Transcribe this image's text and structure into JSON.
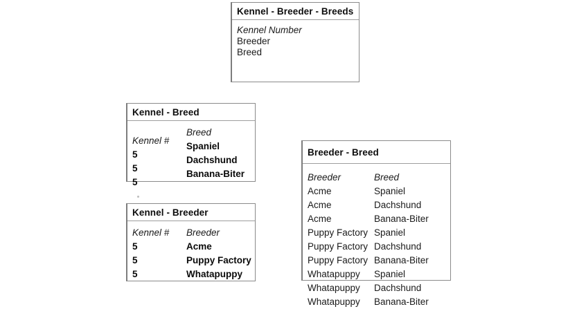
{
  "diagram": {
    "title": "Kennel Breeder Breed decomposition tables",
    "background_color": "#ffffff",
    "border_color": "#8a8a8a"
  },
  "boxes": {
    "kennel_breeder_breeds": {
      "title": "Kennel - Breeder - Breeds",
      "kind": "attribute-list",
      "attributes": [
        {
          "label": "Kennel Number",
          "is_key": true
        },
        {
          "label": "Breeder",
          "is_key": false
        },
        {
          "label": "Breed",
          "is_key": false
        }
      ]
    },
    "kennel_breed": {
      "title": "Kennel - Breed",
      "kind": "table",
      "bold_data": true,
      "columns": [
        "Kennel #",
        "Breed"
      ],
      "col1_values": [
        "5",
        "5",
        "5"
      ],
      "col2_values": [
        "Spaniel",
        "Dachshund",
        "Banana-Biter"
      ]
    },
    "kennel_breeder": {
      "title": "Kennel - Breeder",
      "kind": "table",
      "bold_data": true,
      "columns": [
        "Kennel #",
        "Breeder"
      ],
      "col1_values": [
        "5",
        "5",
        "5"
      ],
      "col2_values": [
        "Acme",
        "Puppy Factory",
        "Whatapuppy"
      ]
    },
    "breeder_breed": {
      "title": "Breeder - Breed",
      "kind": "table",
      "bold_data": false,
      "columns": [
        "Breeder",
        "Breed"
      ],
      "rows": [
        {
          "breeder": "Acme",
          "breed": "Spaniel"
        },
        {
          "breeder": "Acme",
          "breed": "Dachshund"
        },
        {
          "breeder": "Acme",
          "breed": "Banana-Biter"
        },
        {
          "breeder": "Puppy Factory",
          "breed": "Spaniel"
        },
        {
          "breeder": "Puppy Factory",
          "breed": "Dachshund"
        },
        {
          "breeder": "Puppy Factory",
          "breed": "Banana-Biter"
        },
        {
          "breeder": "Whatapuppy",
          "breed": "Spaniel"
        },
        {
          "breeder": "Whatapuppy",
          "breed": "Dachshund"
        },
        {
          "breeder": "Whatapuppy",
          "breed": "Banana-Biter"
        }
      ]
    }
  }
}
